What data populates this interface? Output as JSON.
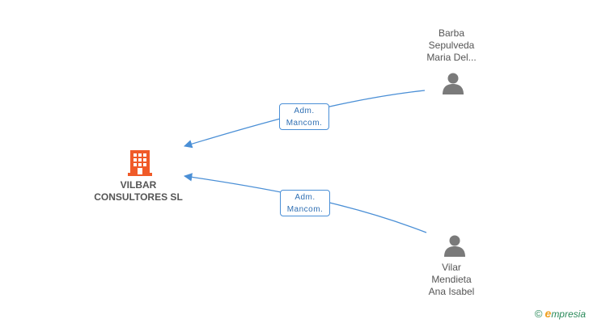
{
  "company": {
    "name_line1": "VILBAR",
    "name_line2": "CONSULTORES SL",
    "icon": "building-icon",
    "color": "#f05a28"
  },
  "persons": [
    {
      "line1": "Barba",
      "line2": "Sepulveda",
      "line3": "Maria Del...",
      "icon": "person-icon"
    },
    {
      "line1": "Vilar",
      "line2": "Mendieta",
      "line3": "Ana Isabel",
      "icon": "person-icon"
    }
  ],
  "edges": [
    {
      "label_line1": "Adm.",
      "label_line2": "Mancom."
    },
    {
      "label_line1": "Adm.",
      "label_line2": "Mancom."
    }
  ],
  "brand": {
    "copyright": "©",
    "initial": "e",
    "rest": "mpresia"
  },
  "colors": {
    "edge": "#4a8fd6",
    "person": "#7a7a7a"
  }
}
